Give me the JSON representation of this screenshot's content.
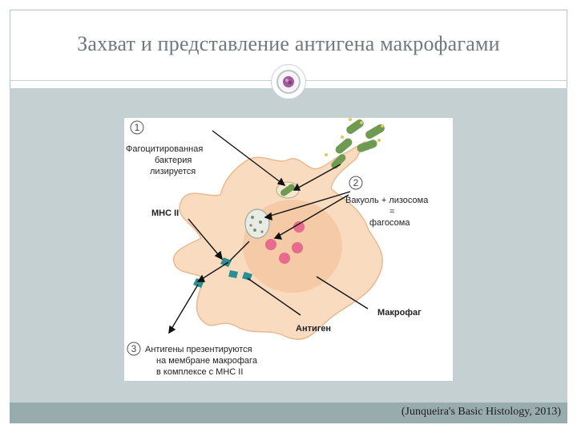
{
  "slide": {
    "title": "Захват и представление антигена макрофагами",
    "citation": "(Junqueira's Basic Histology, 2013)"
  },
  "figure": {
    "step1_number": "1",
    "step1_line1": "Фагоцитированная",
    "step1_line2": "бактерия",
    "step1_line3": "лизируется",
    "step2_number": "2",
    "step2_line1": "Вакуоль + лизосома",
    "step2_line2": "=",
    "step2_line3": "фагосома",
    "mhc_label": "МНС II",
    "macrophage_label": "Макрофаг",
    "antigen_label": "Антиген",
    "step3_number": "3",
    "step3_line1": "Антигены презентируются",
    "step3_line2": "на мембране макрофага",
    "step3_line3": "в комплексе с МНС II"
  },
  "colors": {
    "panel": "#c4d0d2",
    "footer": "#98acae",
    "cell_fill": "#f9dcc0",
    "cell_core": "#f3c29c",
    "bacteria": "#6f9a52",
    "lysosome": "#e86a8c",
    "mhc": "#2b8e90"
  }
}
